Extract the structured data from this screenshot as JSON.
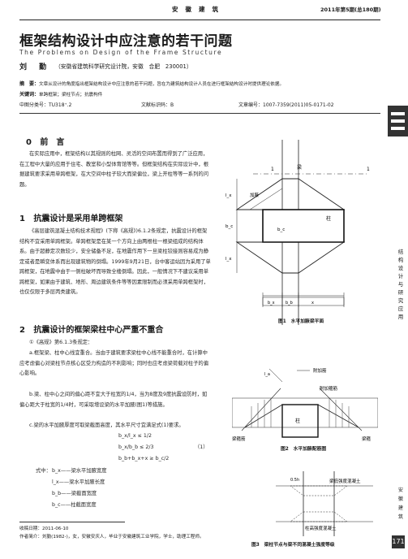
{
  "header": {
    "journal": "安徽建筑",
    "issue": "2011年第5期(总180期)"
  },
  "title_cn": "框架结构设计中应注意的若干问题",
  "title_en": "The Problems on Design of the Frame Structure",
  "author": "刘 勤",
  "affiliation": "（安徽省建筑科学研究设计院，安徽　合肥　230001）",
  "abstract_label": "摘　要：",
  "abstract_text": "文章从设计的角度指出框架结构设计中应注意的若干问题，旨在为建筑结构设计人员在进行框架结构设计时提供理论依据。",
  "keywords_label": "关键词：",
  "keywords_text": "单跨框架；梁柱节点；抗震构件",
  "classification": "中图分类号：TU318⁺.2",
  "doc_code": "文献标识码：B",
  "article_no": "文章编号：1007-7359(2011)05-0171-02",
  "section0": {
    "num": "0",
    "title": "前　言"
  },
  "intro_para": "在实际应用中，框架结构以其规则的柱网、灵活的空间布置而得到了广泛应用，在工程中大量的应用于住宅、教室和小型体育馆等等。但框架结构在实际设计中，根据建筑要求采用单跨框架，在大空间中柱子较大而梁偏位，梁上开柱等等一系列的问题。",
  "section1": {
    "num": "1",
    "title": "抗震设计是采用单跨框架"
  },
  "s1_para": "《高层建筑混凝土结构技术规程》(下称《高规》)6.1.2条规定，抗震设计的框架结构不宜采用单跨框架。单跨框架是在某一个方向上由两根柱一根梁组成的结构体系。由于超静定次数较少，安全储备不足，在地震作用下一旦梁柱铰接则容易成为静定或者是瞬变体系而出现建筑物的倒塌。1999年9月21日，台中客运站因为采用了单跨框架，在地震中由于一侧柱破坏而导致全楼倒塌。因此，一般情况下不建议采用单跨框架，如果由于建筑、地形、周边建筑条件等等因素限制而必须采用单跨框架时，也仅仅限于多层丙类建筑。",
  "section2": {
    "num": "2",
    "title": "抗震设计的框架梁柱中心严重不重合"
  },
  "s2_intro": "①《高规》第6.1.3条规定：",
  "s2_a": "a.框架梁、柱中心线宜重合。当由于建筑要求梁柱中心线不能重合时，在计算中应考虑偏心对梁柱节点核心区受力构造的不利影响；同时也应考虑梁荷载对柱子的偏心影响。",
  "s2_b": "b.梁、柱中心之间的偏心距不宜大于柱宽的1/4，当为8度及9度抗震设防时，如偏心距大于柱宽的1/4时，可采取增设梁的水平加腋(图1)等措施。",
  "s2_c": "c.梁的水平加腋厚度可取梁截面高度，其水平尺寸宜满足式(1)要求。",
  "formula": {
    "line1": "b_x/l_x ≤ 1/2",
    "line2": "b_x/b_b ≤ 2/3",
    "line3": "b_b+b_x+x ≥ b_c/2",
    "eq_no": "（1）"
  },
  "where": {
    "label": "式中：",
    "items": [
      "b_x——梁水平加腋宽度",
      "l_x——梁水平加腋长度",
      "b_b——梁截面宽度",
      "b_c——柱截面宽度"
    ]
  },
  "footnote": {
    "received": "收稿日期：2011-06-10",
    "bio": "作者简介：刘勤(1982-)，女，安徽安庆人，毕业于安徽建筑工业学院，学士，助理工程师。"
  },
  "fig1": {
    "caption": "图1　水平加腋梁平面",
    "labels": {
      "beam": "梁",
      "haunch": "加腋",
      "column": "柱",
      "lx": "l_x",
      "bc": "b_c",
      "bb": "b_b",
      "x": "x",
      "bx": "b_x",
      "section": "1"
    }
  },
  "fig2": {
    "caption": "图2　水平加腋配筋图",
    "labels": {
      "rebar_top": "附加筋",
      "rebar_haunch": "附加箍筋",
      "column": "柱",
      "beam_stirrup_left": "梁箍筋",
      "beam_stirrup_right": "梁箍",
      "dim": "l_a"
    }
  },
  "fig3": {
    "caption": "图3　梁柱节点与梁不同混凝土强度等级",
    "labels": {
      "low": "梁低强度混凝土",
      "high": "柱高强度混凝土",
      "dim": "0.5h"
    }
  },
  "sidebar": {
    "text1": "结构设计与研究应用",
    "text2": "安徽建筑"
  },
  "page_number": "171"
}
